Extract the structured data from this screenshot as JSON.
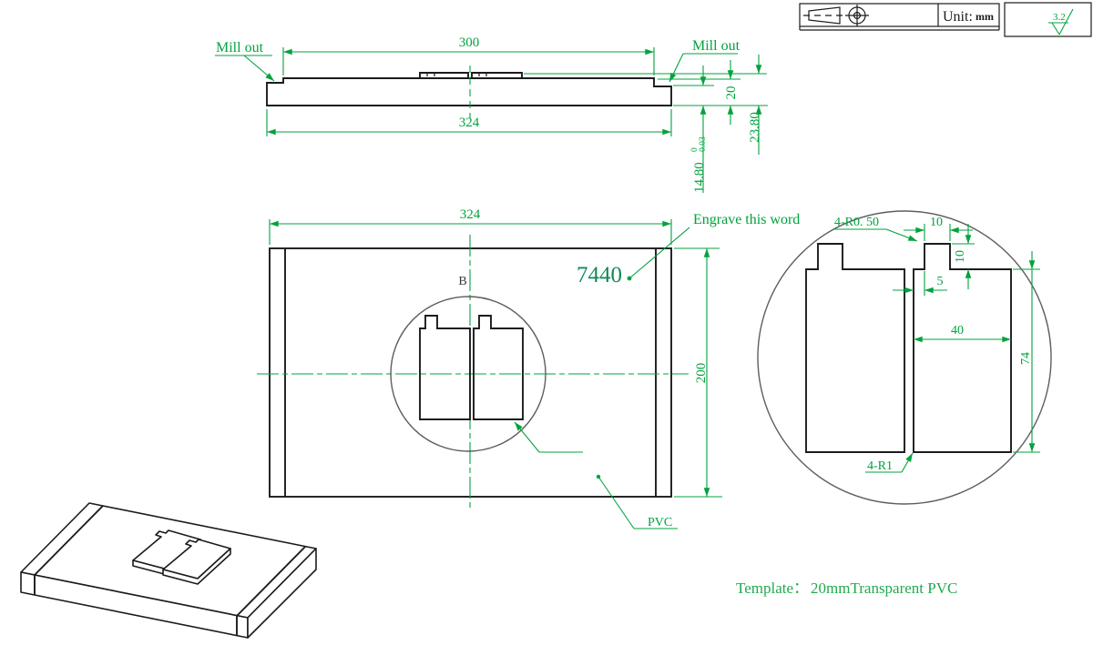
{
  "colors": {
    "dimension_green": "#00a33e",
    "engrave_green": "#0f8a55",
    "template_green": "#22a94e",
    "line_black": "#1b1b1b",
    "detail_circle_gray": "#5e5e5e"
  },
  "title_block": {
    "unit_label": "Unit:",
    "unit_value": "mm",
    "roughness_value": "3.2"
  },
  "side_view": {
    "mill_out_left": "Mill out",
    "mill_out_right": "Mill out",
    "dim_width_inner": "300",
    "dim_width_total": "324",
    "dim_step_height": "20",
    "dim_total_height": "23.80",
    "dim_thickness": "14.80",
    "dim_thickness_tol_upper": "0",
    "dim_thickness_tol_lower": "-0.03"
  },
  "front_view": {
    "dim_width": "324",
    "dim_height": "200",
    "engrave_note": "Engrave this word",
    "engraved_text": "7440",
    "detail_marker": "B",
    "material_note": "PVC"
  },
  "detail_view": {
    "corner_radius_note": "4-R0. 50",
    "dim_tab_width": "10",
    "dim_tab_height": "10",
    "dim_tab_offset": "5",
    "dim_pocket_width": "40",
    "dim_pocket_height": "74",
    "fillet_note": "4-R1"
  },
  "footer": {
    "label": "Template：",
    "value": "20mmTransparent PVC"
  }
}
